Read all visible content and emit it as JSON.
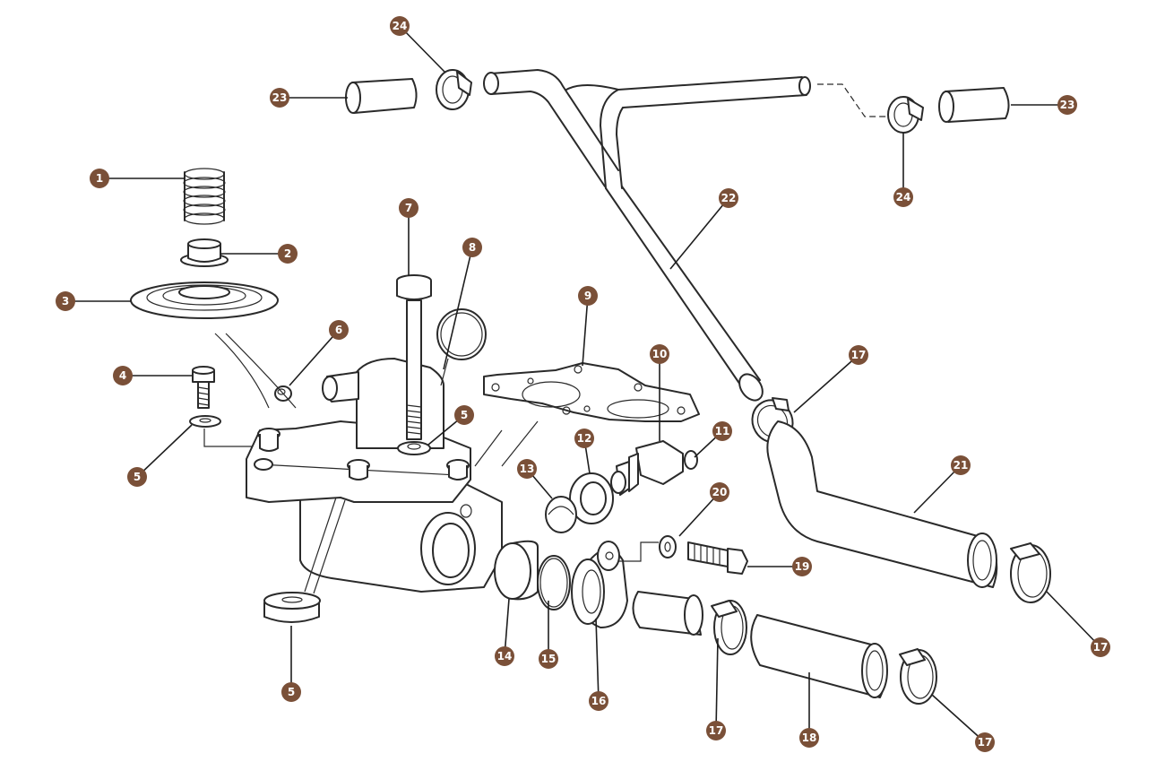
{
  "colors": {
    "badge": "#7a5038",
    "line": "#2a2a2a"
  },
  "callouts": [
    "1",
    "2",
    "3",
    "4",
    "5",
    "5",
    "5",
    "6",
    "7",
    "8",
    "9",
    "10",
    "11",
    "12",
    "13",
    "14",
    "15",
    "16",
    "17",
    "17",
    "17",
    "17",
    "18",
    "19",
    "20",
    "21",
    "22",
    "23",
    "23",
    "24",
    "24"
  ]
}
